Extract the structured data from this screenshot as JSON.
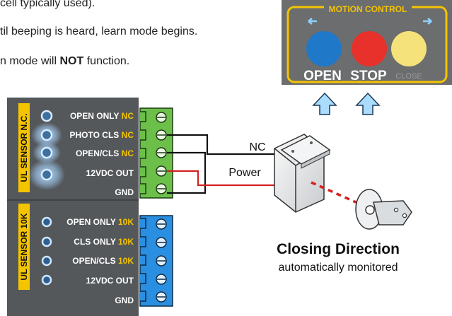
{
  "intro": {
    "line1": "cell typically used).",
    "line2": "til beeping is heard, learn mode begins.",
    "line3_prefix": "n mode will",
    "line3_bold": "NOT",
    "line3_suffix": "function."
  },
  "motion_control": {
    "title": "MOTION CONTROL",
    "open_label": "OPEN",
    "stop_label": "STOP",
    "close_label": "CLOSE",
    "colors": {
      "open": "#1f78c8",
      "stop": "#e8312a",
      "close": "#f6e27a",
      "panel": "#6b6d6e",
      "accent": "#f5c400"
    }
  },
  "sensor_nc": {
    "label": "UL SENSOR N.C.",
    "terminals": [
      {
        "name": "OPEN ONLY",
        "suffix": "NC"
      },
      {
        "name": "PHOTO CLS",
        "suffix": "NC"
      },
      {
        "name": "OPEN/CLS",
        "suffix": "NC"
      },
      {
        "name": "12VDC OUT",
        "suffix": ""
      },
      {
        "name": "GND",
        "suffix": ""
      }
    ],
    "connector_color": "#6cc04a"
  },
  "sensor_10k": {
    "label": "UL SENSOR 10K",
    "terminals": [
      {
        "name": "OPEN ONLY",
        "suffix": "10K"
      },
      {
        "name": "CLS ONLY",
        "suffix": "10K"
      },
      {
        "name": "OPEN/CLS",
        "suffix": "10K"
      },
      {
        "name": "12VDC OUT",
        "suffix": ""
      },
      {
        "name": "GND",
        "suffix": ""
      }
    ],
    "connector_color": "#2a8fe0"
  },
  "wires": {
    "nc_label": "NC",
    "power_label": "Power"
  },
  "closing": {
    "title": "Closing Direction",
    "subtitle": "automatically monitored"
  }
}
